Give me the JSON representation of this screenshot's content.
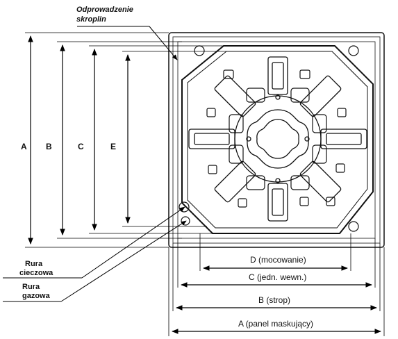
{
  "callouts": {
    "condensate_line1": "Odprowadzenie",
    "condensate_line2": "skroplin",
    "liquid_pipe_line1": "Rura",
    "liquid_pipe_line2": "cieczowa",
    "gas_pipe_line1": "Rura",
    "gas_pipe_line2": "gazowa"
  },
  "vertical_dimensions": {
    "A": "A",
    "B": "B",
    "C": "C",
    "E": "E"
  },
  "horizontal_dimensions": {
    "D": "D (mocowanie)",
    "C": "C (jedn. wewn.)",
    "B": "B (strop)",
    "A": "A (panel maskujący)"
  }
}
